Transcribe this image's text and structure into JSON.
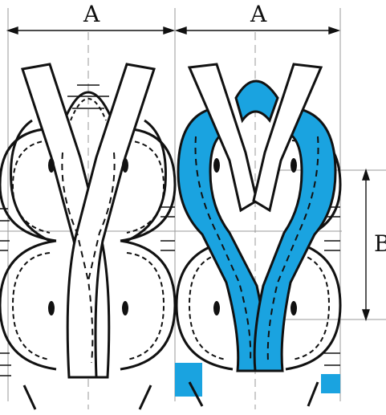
{
  "labels": {
    "width_left": "A",
    "width_right": "A",
    "height": "B"
  },
  "colors": {
    "highlight": "#1aa3e0",
    "stroke": "#111111",
    "background": "#ffffff",
    "guide": "#9a9a9a"
  }
}
